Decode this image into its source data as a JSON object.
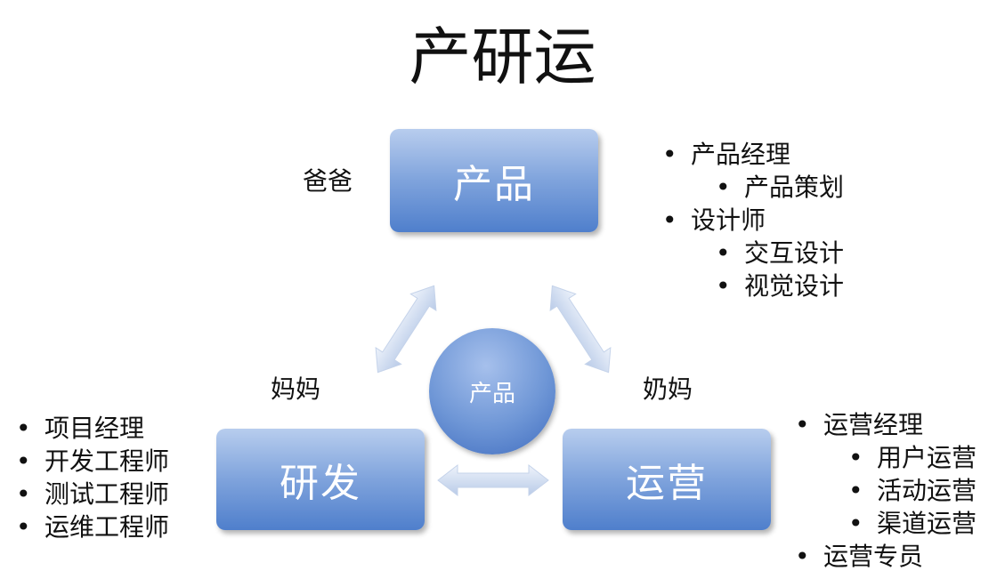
{
  "title": "产研运",
  "nodes": {
    "product": "产品",
    "rd": "研发",
    "ops": "运营",
    "center": "产品"
  },
  "roles": {
    "product": "爸爸",
    "rd": "妈妈",
    "ops": "奶妈"
  },
  "lists": {
    "product": [
      {
        "text": "产品经理",
        "level": 1
      },
      {
        "text": "产品策划",
        "level": 2
      },
      {
        "text": "设计师",
        "level": 1
      },
      {
        "text": "交互设计",
        "level": 2
      },
      {
        "text": "视觉设计",
        "level": 2
      }
    ],
    "rd": [
      {
        "text": "项目经理",
        "level": 1
      },
      {
        "text": "开发工程师",
        "level": 1
      },
      {
        "text": "测试工程师",
        "level": 1
      },
      {
        "text": "运维工程师",
        "level": 1
      }
    ],
    "ops": [
      {
        "text": "运营经理",
        "level": 1
      },
      {
        "text": "用户运营",
        "level": 2
      },
      {
        "text": "活动运营",
        "level": 2
      },
      {
        "text": "渠道运营",
        "level": 2
      },
      {
        "text": "运营专员",
        "level": 1
      }
    ]
  }
}
